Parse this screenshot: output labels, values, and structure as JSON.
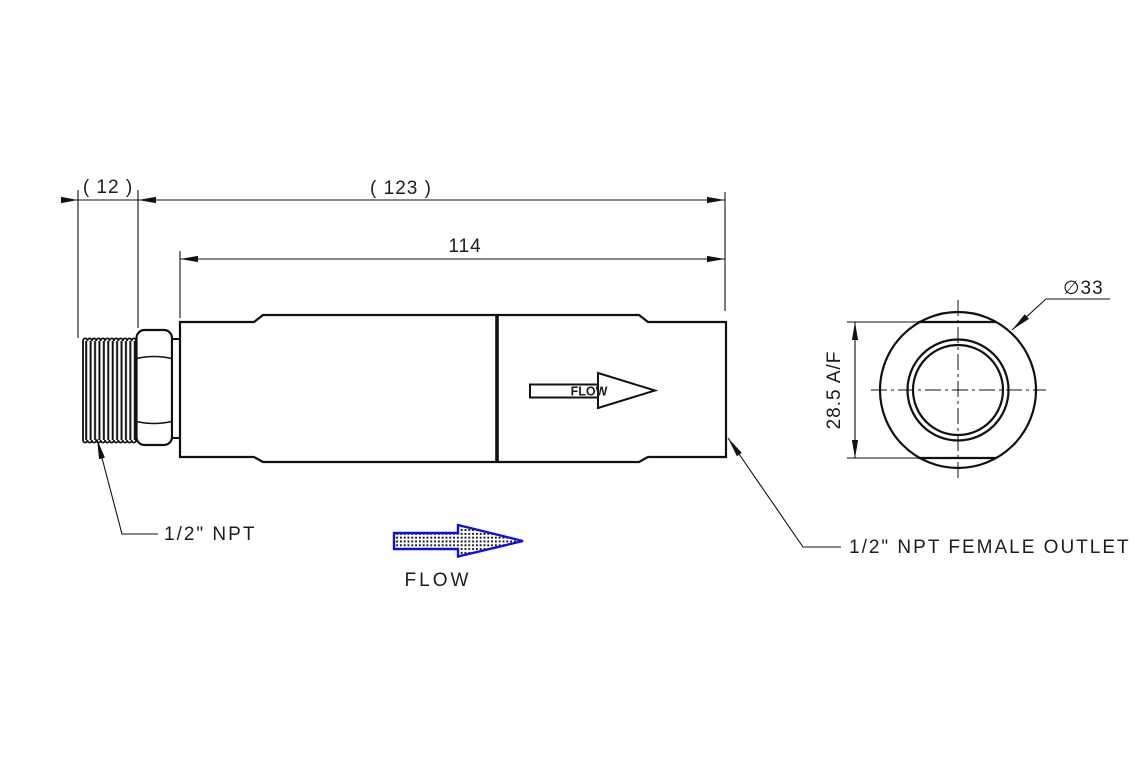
{
  "drawing_type": "2D engineering drawing of inline check valve / filter",
  "colors": {
    "line": "#111111",
    "flow_arrow_blue": "#1010dd",
    "background": "#ffffff"
  },
  "side_view": {
    "dim_thread_length": "( 12 )",
    "dim_overall_length": "( 123 )",
    "dim_body_length": "114",
    "inlet_label": "1/2\" NPT",
    "outlet_label": "1/2\" NPT FEMALE OUTLET",
    "body_flow_label": "FLOW",
    "flow_direction_label": "FLOW"
  },
  "end_view": {
    "dim_across_flats": "28.5 A/F",
    "dim_outer_diameter": "∅33"
  }
}
